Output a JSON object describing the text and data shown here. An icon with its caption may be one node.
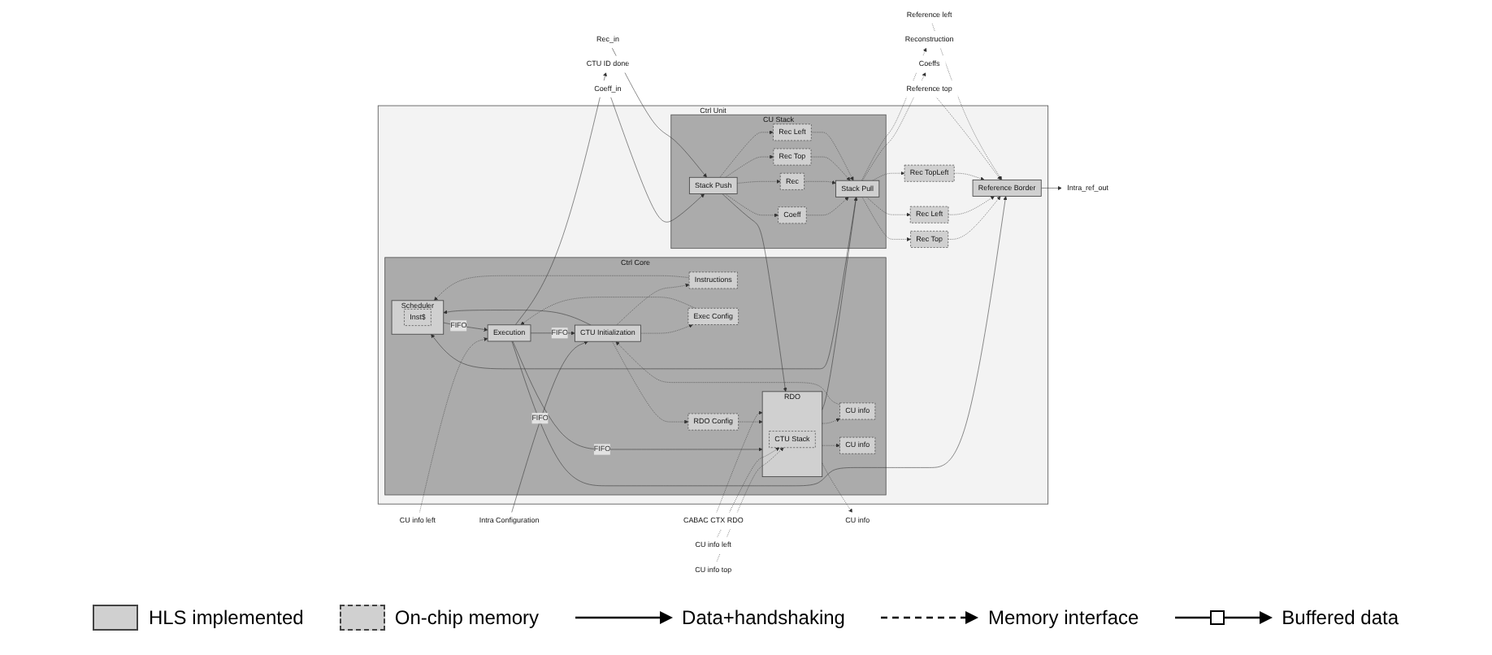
{
  "diagram": {
    "nodes": [
      {
        "text": [
          "Ctrl Unit"
        ]
      },
      {
        "text": [
          "Ctrl Core"
        ],
        "in": 0
      },
      {
        "text": [
          "CTU Initialization"
        ],
        "in": 1
      },
      {
        "text": [
          "Scheduler"
        ],
        "in": 1
      },
      {
        "text": [
          "Inst$"
        ],
        "in": 3
      },
      {
        "text": [
          "CU info"
        ],
        "in": 1
      },
      {
        "text": [
          "Instructions"
        ],
        "in": 1
      },
      {
        "text": [
          "Exec Config"
        ],
        "in": 1
      },
      {
        "text": [
          "Execution"
        ],
        "in": 1
      },
      {
        "text": [
          "RDO Config"
        ],
        "in": 1
      },
      {
        "text": [
          "CU info"
        ],
        "in": 1
      },
      {
        "text": [
          "RDO"
        ],
        "in": 1
      },
      {
        "text": [
          "CTU Stack"
        ],
        "in": 11
      },
      {
        "text": [
          "CU Stack"
        ],
        "in": 0
      },
      {
        "text": [
          "Stack Push"
        ],
        "in": 13
      },
      {
        "text": [
          "Coeff"
        ],
        "in": 13
      },
      {
        "text": [
          "Rec"
        ],
        "in": 13
      },
      {
        "text": [
          "Rec Top"
        ],
        "in": 13
      },
      {
        "text": [
          "Rec Left"
        ],
        "in": 13
      },
      {
        "text": [
          "Stack Pull"
        ],
        "in": 13
      },
      {
        "text": [
          "Rec Top"
        ],
        "in": 0
      },
      {
        "text": [
          "Rec Left"
        ],
        "in": 0
      },
      {
        "text": [
          "Rec TopLeft"
        ],
        "in": 0
      },
      {
        "text": [
          "Reference Border"
        ],
        "in": 0
      },
      {
        "text": [
          "Reconstruction"
        ]
      },
      {
        "text": [
          "Coeffs"
        ]
      },
      {
        "text": [
          "Intra Configuration"
        ]
      },
      {
        "text": [
          "CTU ID done"
        ]
      },
      {
        "text": [
          "CU info left"
        ]
      },
      {
        "text": [
          "CU info"
        ]
      },
      {
        "text": [
          "CU info top"
        ]
      },
      {
        "text": [
          "CU info left"
        ]
      },
      {
        "text": [
          "CABAC CTX RDO"
        ]
      },
      {
        "text": [
          "Reference top"
        ]
      },
      {
        "text": [
          "Reference left"
        ]
      },
      {
        "text": [
          "Coeff_in"
        ]
      },
      {
        "text": [
          "Rec_in"
        ]
      },
      {
        "text": [
          "Intra_ref_out"
        ]
      }
    ],
    "edges": [
      {
        "from": 26,
        "to": 2,
        "arrow": "to",
        "label": "FIFO"
      },
      {
        "from": 2,
        "to": 3,
        "arrow": "to"
      },
      {
        "from": 3,
        "to": 8,
        "arrow": "to",
        "label": "FIFO"
      },
      {
        "from": 8,
        "to": 11,
        "arrow": "to",
        "label": "FIFO"
      },
      {
        "from": 2,
        "to": 6,
        "arrow": "to",
        "style": "dashed"
      },
      {
        "from": 6,
        "to": 3,
        "arrow": "to",
        "style": "dashed"
      },
      {
        "from": 2,
        "to": 7,
        "arrow": "to",
        "style": "dashed"
      },
      {
        "from": 7,
        "to": 8,
        "arrow": "to",
        "style": "dashed"
      },
      {
        "from": 2,
        "to": 9,
        "arrow": "to",
        "style": "dashed"
      },
      {
        "from": 9,
        "to": 11,
        "arrow": "to",
        "style": "dashed"
      },
      {
        "from": 11,
        "to": 10,
        "arrow": "to",
        "style": "dashed"
      },
      {
        "from": 11,
        "to": 29,
        "arrow": "to",
        "style": "dashed"
      },
      {
        "from": 11,
        "to": 5,
        "arrow": "to",
        "style": "dashed"
      },
      {
        "from": 5,
        "to": 2,
        "arrow": "to",
        "style": "dashed"
      },
      {
        "from": 28,
        "to": 8,
        "arrow": "to",
        "style": "dashed"
      },
      {
        "from": 8,
        "to": 27,
        "arrow": "to"
      },
      {
        "from": 30,
        "to": 12,
        "arrow": "to",
        "style": "dashed"
      },
      {
        "from": 31,
        "to": 12,
        "arrow": "to",
        "style": "dashed"
      },
      {
        "from": 32,
        "to": 11,
        "arrow": "to",
        "style": "dashed"
      },
      {
        "from": 8,
        "to": 2,
        "arrow": "to",
        "label": "FIFO"
      },
      {
        "from": 14,
        "to": 11,
        "arrow": "to"
      },
      {
        "from": 19,
        "to": 3,
        "arrow": "to"
      },
      {
        "from": 11,
        "to": 19,
        "arrow": "to"
      },
      {
        "from": 8,
        "to": 23,
        "arrow": "to"
      },
      {
        "from": 35,
        "to": 14,
        "arrow": "to"
      },
      {
        "from": 36,
        "to": 14,
        "arrow": "to"
      },
      {
        "from": 14,
        "to": 15,
        "arrow": "to",
        "style": "dashed"
      },
      {
        "from": 14,
        "to": 16,
        "arrow": "to",
        "style": "dashed"
      },
      {
        "from": 14,
        "to": 17,
        "arrow": "to",
        "style": "dashed"
      },
      {
        "from": 14,
        "to": 18,
        "arrow": "to",
        "style": "dashed"
      },
      {
        "from": 15,
        "to": 19,
        "arrow": "to",
        "style": "dashed"
      },
      {
        "from": 16,
        "to": 19,
        "arrow": "to",
        "style": "dashed"
      },
      {
        "from": 17,
        "to": 19,
        "arrow": "to",
        "style": "dashed"
      },
      {
        "from": 18,
        "to": 19,
        "arrow": "to",
        "style": "dashed"
      },
      {
        "from": 19,
        "to": 20,
        "arrow": "to",
        "style": "dashed"
      },
      {
        "from": 19,
        "to": 21,
        "arrow": "to",
        "style": "dashed"
      },
      {
        "from": 19,
        "to": 22,
        "arrow": "to",
        "style": "dashed"
      },
      {
        "from": 20,
        "to": 23,
        "arrow": "to",
        "style": "dashed"
      },
      {
        "from": 21,
        "to": 23,
        "arrow": "to",
        "style": "dashed"
      },
      {
        "from": 22,
        "to": 23,
        "arrow": "to",
        "style": "dashed"
      },
      {
        "from": 33,
        "to": 23,
        "arrow": "to",
        "style": "dashed"
      },
      {
        "from": 34,
        "to": 23,
        "arrow": "to",
        "style": "dashed"
      },
      {
        "from": 23,
        "to": 37,
        "arrow": "to"
      },
      {
        "from": 19,
        "to": 24,
        "arrow": "to",
        "style": "dashed"
      },
      {
        "from": 19,
        "to": 25,
        "arrow": "to",
        "style": "dashed"
      }
    ],
    "legend": [
      {
        "text": "HLS implemented"
      },
      {
        "text": "On-chip memory"
      },
      {
        "text": "Data+handshaking"
      },
      {
        "text": "Memory interface"
      },
      {
        "text": "Buffered data"
      }
    ]
  }
}
